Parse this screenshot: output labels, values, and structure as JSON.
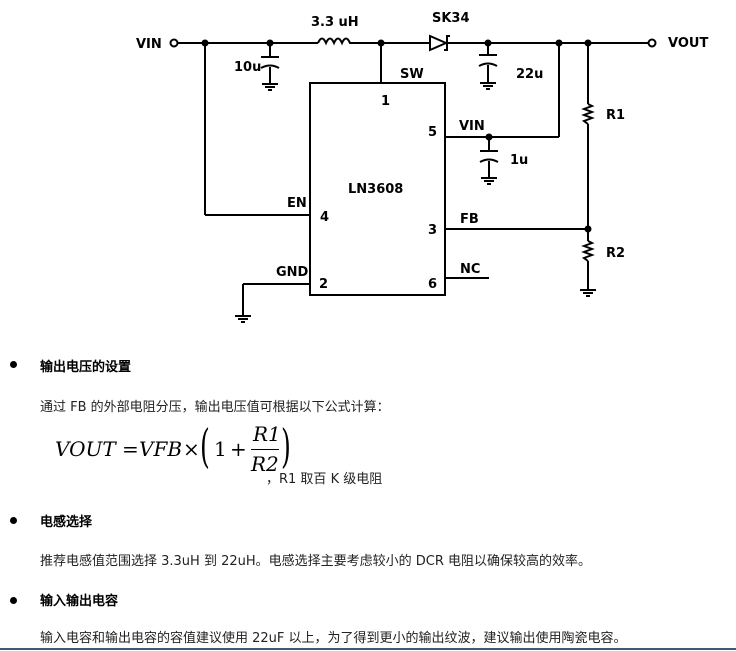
{
  "schematic": {
    "labels": {
      "vin_in": "VIN",
      "inductor": "3.3 uH",
      "diode": "SK34",
      "vout": "VOUT",
      "cap_in": "10u",
      "cap_out": "22u",
      "cap_vin": "1u",
      "r1": "R1",
      "r2": "R2",
      "ic_name": "LN3608",
      "pin_sw": "SW",
      "pin_sw_num": "1",
      "pin_vin": "VIN",
      "pin_vin_num": "5",
      "pin_en": "EN",
      "pin_en_num": "4",
      "pin_fb": "FB",
      "pin_fb_num": "3",
      "pin_gnd": "GND",
      "pin_gnd_num": "2",
      "pin_nc": "NC",
      "pin_nc_num": "6"
    }
  },
  "sections": [
    {
      "heading": "输出电压的设置",
      "text": "通过 FB 的外部电阻分压，输出电压值可根据以下公式计算："
    },
    {
      "heading": "电感选择",
      "text": "推荐电感值范围选择 3.3uH 到 22uH。电感选择主要考虑较小的 DCR 电阻以确保较高的效率。"
    },
    {
      "heading": "输入输出电容",
      "text": "输入电容和输出电容的容值建议使用 22uF 以上，为了得到更小的输出纹波，建议输出使用陶瓷电容。"
    }
  ],
  "formula": {
    "lhs": "VOUT",
    "equals": "=",
    "vfb": "VFB",
    "times": "×",
    "one": "1",
    "plus": "+",
    "numerator": "R1",
    "denominator": "R2",
    "note": "，R1 取百 K 级电阻"
  }
}
